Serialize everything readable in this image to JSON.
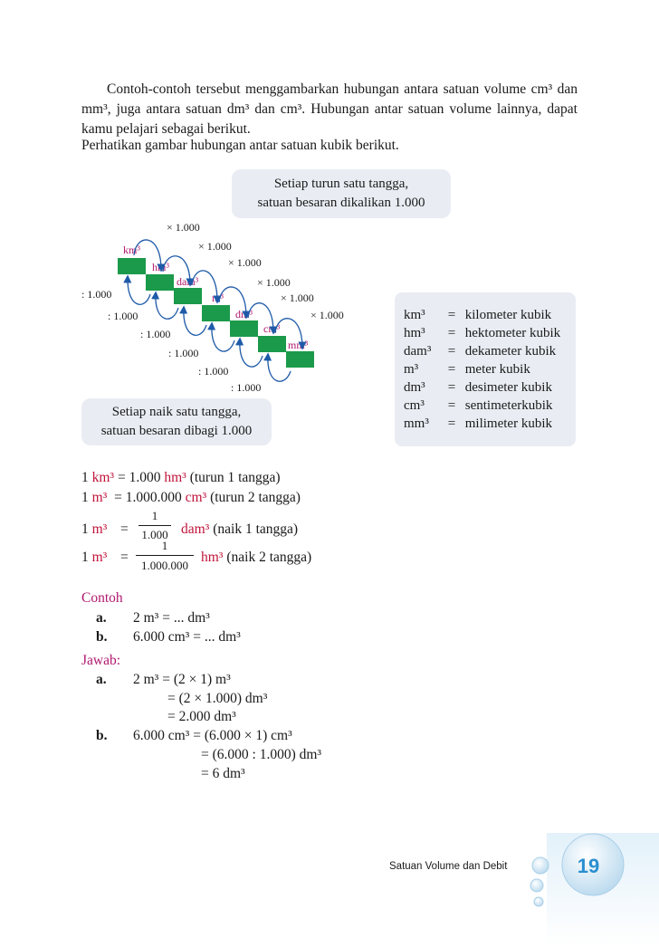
{
  "intro": {
    "p1": "Contoh-contoh tersebut menggambarkan hubungan antara satuan volume cm³ dan mm³, juga antara satuan dm³ dan cm³. Hubungan antar satuan volume lainnya, dapat kamu pelajari sebagai berikut.",
    "p2": "Perhatikan gambar hubungan antar satuan kubik berikut."
  },
  "bubble_down": {
    "line1": "Setiap turun satu tangga,",
    "line2": "satuan besaran dikalikan 1.000"
  },
  "bubble_up": {
    "line1": "Setiap naik satu tangga,",
    "line2": "satuan besaran dibagi 1.000"
  },
  "stairs": {
    "units": [
      "km³",
      "hm³",
      "dam³",
      "m³",
      "dm³",
      "cm³",
      "mm³"
    ],
    "multiply_label": "× 1.000",
    "divide_label": ": 1.000"
  },
  "definitions": [
    {
      "abbr": "km³",
      "eq": "=",
      "name": "kilometer kubik"
    },
    {
      "abbr": "hm³",
      "eq": "=",
      "name": "hektometer kubik"
    },
    {
      "abbr": "dam³",
      "eq": "=",
      "name": "dekameter kubik"
    },
    {
      "abbr": "m³",
      "eq": "=",
      "name": "meter kubik"
    },
    {
      "abbr": "dm³",
      "eq": "=",
      "name": "desimeter kubik"
    },
    {
      "abbr": "cm³",
      "eq": "=",
      "name": "sentimeterkubik"
    },
    {
      "abbr": "mm³",
      "eq": "=",
      "name": "milimeter kubik"
    }
  ],
  "equations": {
    "e1": {
      "lhs_num": "1",
      "lhs_unit": "km³",
      "eq": "= 1.000",
      "rhs_unit": "hm³",
      "note": "(turun 1 tangga)"
    },
    "e2": {
      "lhs_num": "1",
      "lhs_unit": "m³",
      "eq": "= 1.000.000",
      "rhs_unit": "cm³",
      "note": "(turun 2 tangga)"
    },
    "e3": {
      "lhs_num": "1",
      "lhs_unit": "m³",
      "eq": "=",
      "numerator": "1",
      "denominator": "1.000",
      "rhs_unit": "dam³",
      "note": "(naik 1 tangga)"
    },
    "e4": {
      "lhs_num": "1",
      "lhs_unit": "m³",
      "eq": "=",
      "numerator": "1",
      "denominator": "1.000.000",
      "rhs_unit": "hm³",
      "note": "(naik 2 tangga)"
    }
  },
  "example": {
    "heading": "Contoh",
    "a_label": "a.",
    "a_text": "2 m³ = ... dm³",
    "b_label": "b.",
    "b_text": "6.000 cm³ = ... dm³"
  },
  "answer": {
    "heading": "Jawab:",
    "a_label": "a.",
    "a_lines": [
      "2 m³  = (2 × 1) m³",
      "= (2 × 1.000) dm³",
      "= 2.000 dm³"
    ],
    "b_label": "b.",
    "b_lines": [
      "6.000 cm³  = (6.000 × 1) cm³",
      "= (6.000 : 1.000) dm³",
      "= 6 dm³"
    ]
  },
  "footer": {
    "chapter": "Satuan Volume dan Debit",
    "page": "19"
  },
  "colors": {
    "step_green": "#1a9a4a",
    "unit_magenta": "#b0186e",
    "unit_red": "#c0133a",
    "arrow_blue": "#1e5aa8",
    "bubble_bg": "#e9edf3",
    "page_blue": "#2a8fd0"
  }
}
